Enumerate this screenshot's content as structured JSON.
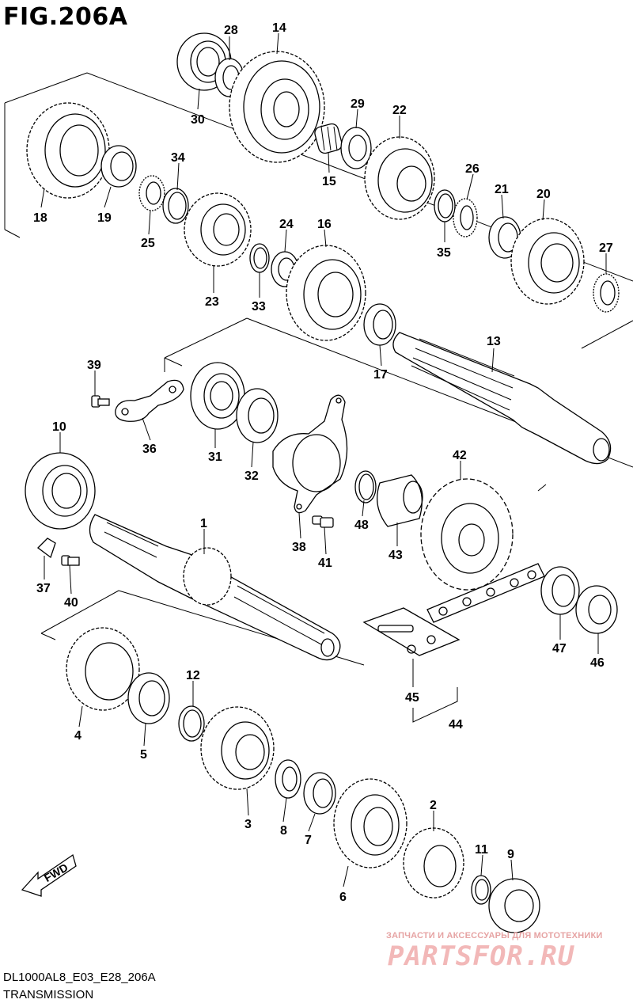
{
  "figure": {
    "title": "FIG.206A",
    "model_code": "DL1000AL8_E03_E28_206A",
    "section": "TRANSMISSION",
    "fwd_label": "FWD"
  },
  "watermark": {
    "tagline": "ЗАПЧАСТИ И АКСЕССУАРЫ ДЛЯ МОТОТЕХНИКИ",
    "brand": "PARTSFOR.RU"
  },
  "callouts": {
    "c1": "1",
    "c2": "2",
    "c3": "3",
    "c4": "4",
    "c5": "5",
    "c6": "6",
    "c7": "7",
    "c8": "8",
    "c9": "9",
    "c10": "10",
    "c11": "11",
    "c12": "12",
    "c13": "13",
    "c14": "14",
    "c15": "15",
    "c16": "16",
    "c17": "17",
    "c18": "18",
    "c19": "19",
    "c20": "20",
    "c21": "21",
    "c22": "22",
    "c23": "23",
    "c24": "24",
    "c25": "25",
    "c26": "26",
    "c27": "27",
    "c28": "28",
    "c29": "29",
    "c30": "30",
    "c31": "31",
    "c32": "32",
    "c33": "33",
    "c34": "34",
    "c35": "35",
    "c36": "36",
    "c37": "37",
    "c38": "38",
    "c39": "39",
    "c40": "40",
    "c41": "41",
    "c42": "42",
    "c43": "43",
    "c44": "44",
    "c45": "45",
    "c46": "46",
    "c47": "47",
    "c48": "48"
  }
}
